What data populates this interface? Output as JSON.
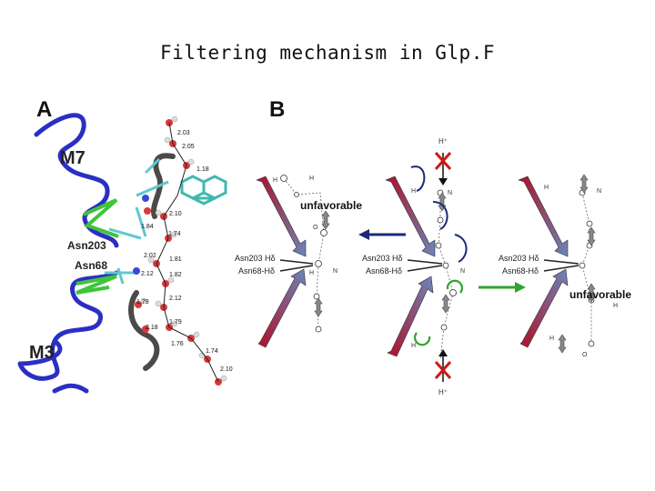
{
  "slide": {
    "title": "Filtering mechanism in Glp.F"
  },
  "panel_a": {
    "label": "A",
    "helix_top": "M7",
    "helix_bottom": "M3",
    "residue_1": "Asn203",
    "residue_2": "Asn68",
    "distances": [
      "2.03",
      "2.05",
      "1.18",
      "2.10",
      "1.84",
      "1.74",
      "2.02",
      "1.81",
      "2.12",
      "1.82",
      "2.12",
      "1.79",
      "2.18",
      "1.79",
      "1.76",
      "1.74",
      "2.10"
    ]
  },
  "panel_b": {
    "label": "B",
    "unfavorable_left": "unfavorable",
    "unfavorable_right": "unfavorable",
    "asn203_label": "Asn203 Hδ",
    "asn68_label": "Asn68-Hδ",
    "proton_top": "H⁺",
    "proton_bottom": "H⁺",
    "h": "H",
    "o": "O",
    "n": "N"
  },
  "colors": {
    "helix_blue": "#2a2fc4",
    "ribbon_green": "#3fc43a",
    "stick_grey": "#4a4a4a",
    "cyan_ring": "#3fb8b0",
    "dipole_red": "#b0102a",
    "dipole_blue": "#6a86b8",
    "arrow_green": "#2fa52a",
    "arrow_navy": "#1c2a7a",
    "cross_red": "#d01818"
  }
}
